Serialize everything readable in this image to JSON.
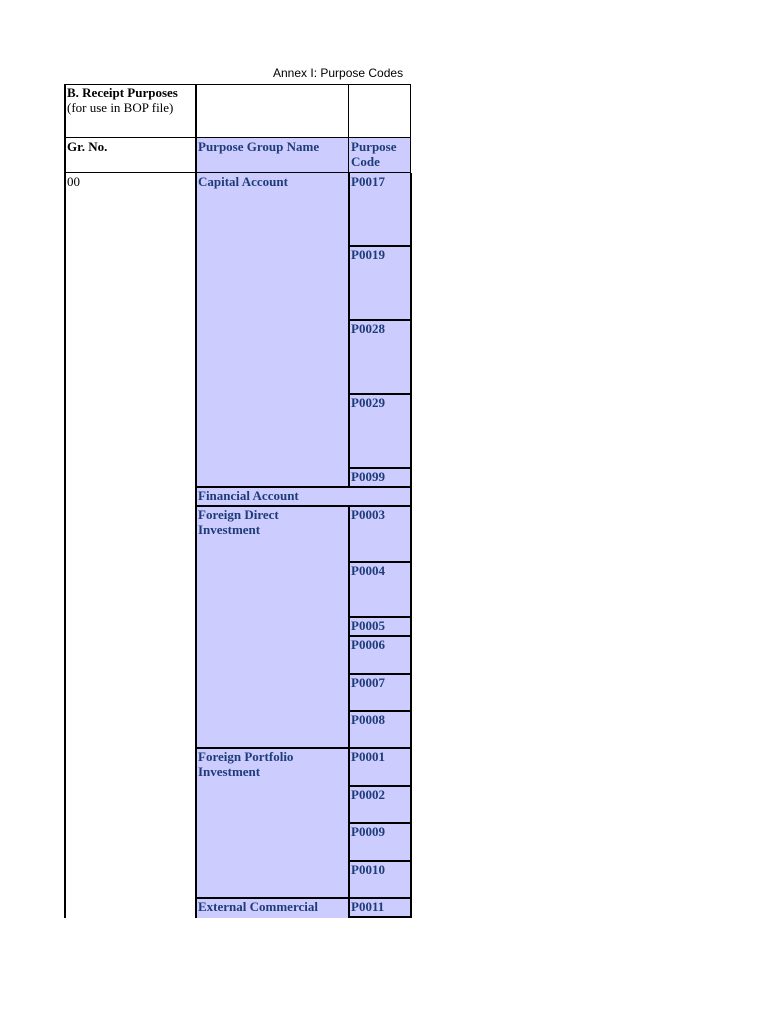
{
  "annex_title": "Annex I: Purpose Codes",
  "section": {
    "title": "B. Receipt Purposes",
    "subtitle": "(for use in BOP file)"
  },
  "headers": {
    "gr_no": "Gr. No.",
    "group_name": "Purpose Group Name",
    "code_line1": "Purpose",
    "code_line2": "Code"
  },
  "group_number": "00",
  "groups": {
    "capital_account": "Capital Account",
    "financial_account": "Financial Account",
    "fdi_line1": "Foreign Direct",
    "fdi_line2": "Investment",
    "fpi_line1": "Foreign Portfolio",
    "fpi_line2": "Investment",
    "ecb": "External Commercial"
  },
  "codes": [
    "P0017",
    "P0019",
    "P0028",
    "P0029",
    "P0099",
    "P0003",
    "P0004",
    "P0005",
    "P0006",
    "P0007",
    "P0008",
    "P0001",
    "P0002",
    "P0009",
    "P0010",
    "P0011"
  ],
  "colors": {
    "cell_fill": "#ccccff",
    "cell_text": "#1f3c78"
  }
}
